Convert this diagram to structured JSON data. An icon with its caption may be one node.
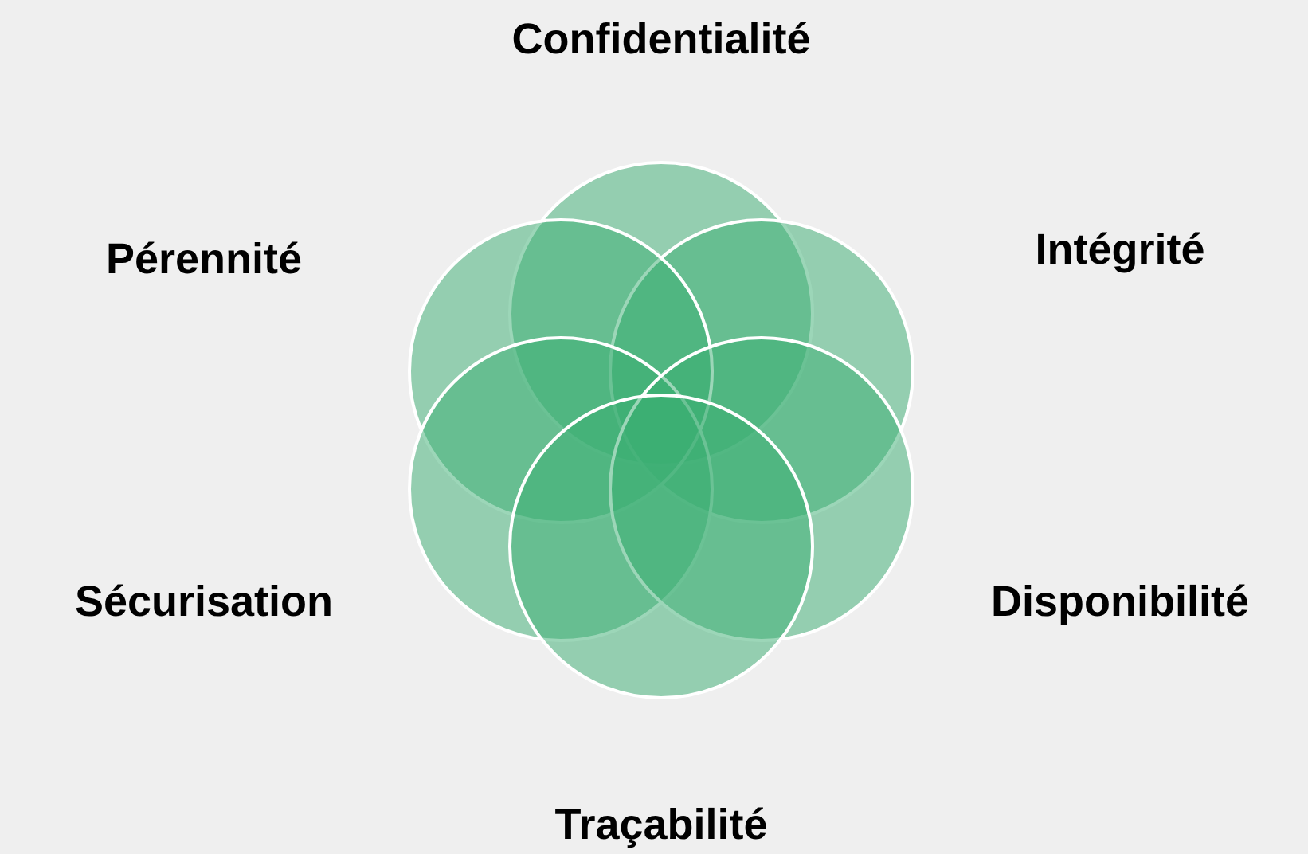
{
  "diagram": {
    "nodes": [
      {
        "text": [
          "Confidentialité"
        ]
      },
      {
        "text": [
          "Intégrité"
        ]
      },
      {
        "text": [
          "Pérennité"
        ]
      },
      {
        "text": [
          "Sécurisation"
        ]
      },
      {
        "text": [
          "Disponibilité"
        ]
      },
      {
        "text": [
          "Traçabilité"
        ]
      }
    ]
  }
}
